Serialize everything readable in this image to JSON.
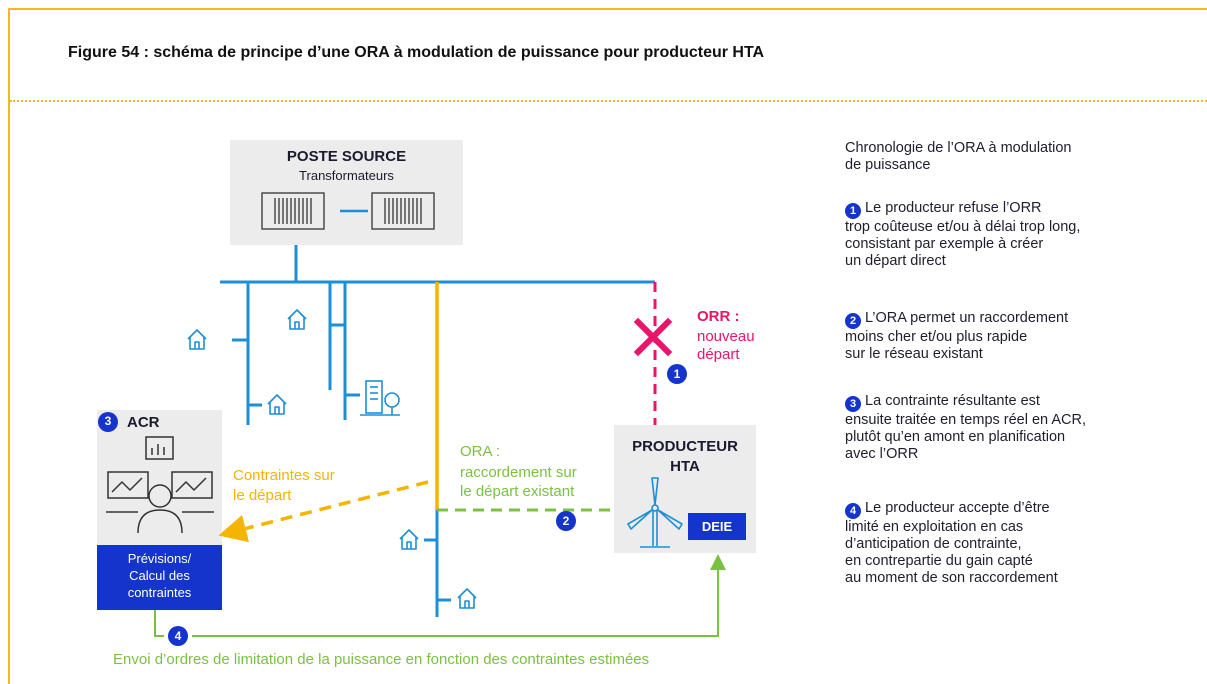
{
  "figure_title": "Figure 54 : schéma de principe d’une ORA à modulation de puissance pour producteur HTA",
  "colors": {
    "frame": "#f6b91a",
    "grid": "#1d8fd6",
    "orange": "#f5b400",
    "green": "#7cc043",
    "pink": "#e8156b",
    "blue": "#1434cb"
  },
  "diagram": {
    "poste_source_title": "POSTE SOURCE",
    "poste_source_sub": "Transformateurs",
    "orr_label": "ORR :",
    "orr_sub": "nouveau\ndépart",
    "acr_num": "3",
    "acr_label": "ACR",
    "acr_box": "Prévisions/\nCalcul des\ncontraintes",
    "contraintes_label": "Contraintes sur\nle départ",
    "ora_label": "ORA :",
    "ora_sub": "raccordement sur\nle départ existant",
    "producteur_title": "PRODUCTEUR\nHTA",
    "deie": "DEIE",
    "num1": "1",
    "num2": "2",
    "num4": "4",
    "envoi_label": "Envoi d’ordres de limitation de la puissance en fonction des contraintes estimées"
  },
  "sidebar": {
    "heading": "Chronologie de l’ORA à modulation\nde puissance",
    "items": [
      {
        "num": "1",
        "text": "Le producteur refuse l’ORR\ntrop coûteuse et/ou à délai trop long,\nconsistant par exemple à créer\nun départ direct"
      },
      {
        "num": "2",
        "text": "L’ORA permet un raccordement\nmoins cher et/ou plus rapide\nsur le réseau existant"
      },
      {
        "num": "3",
        "text": "La contrainte résultante est\nensuite traitée en temps réel en ACR,\nplutôt qu’en amont en planification\navec l’ORR"
      },
      {
        "num": "4",
        "text": "Le producteur accepte d’être\nlimité en exploitation en cas\nd’anticipation de contrainte,\nen contrepartie du gain capté\nau moment de son raccordement"
      }
    ]
  }
}
